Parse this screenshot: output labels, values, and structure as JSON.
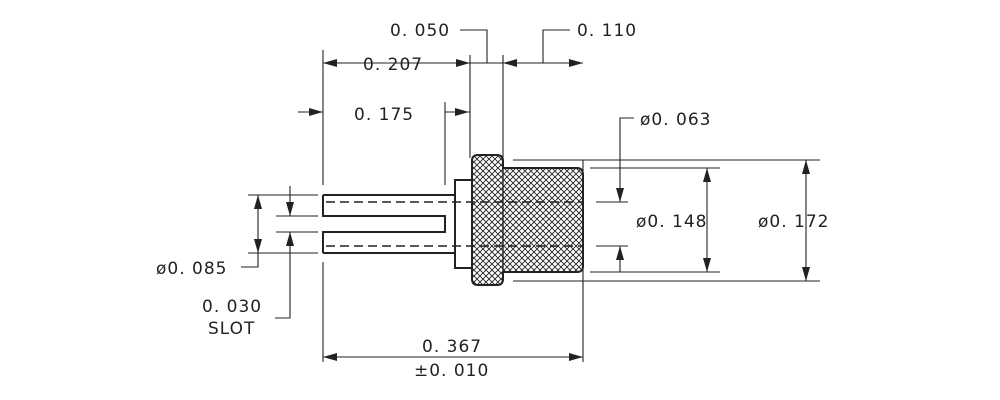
{
  "dimensions": {
    "d_0_050": "0. 050",
    "d_0_110": "0. 110",
    "d_0_207": "0. 207",
    "d_0_175": "0. 175",
    "dia_0_063": "ø0. 063",
    "dia_0_148": "ø0. 148",
    "dia_0_172": "ø0. 172",
    "dia_0_085": "ø0. 085",
    "slot_width": "0. 030",
    "slot_label": "SLOT",
    "overall_length": "0. 367",
    "overall_tolerance": "±0. 010"
  },
  "colors": {
    "ink": "#222222",
    "paper": "#ffffff"
  }
}
